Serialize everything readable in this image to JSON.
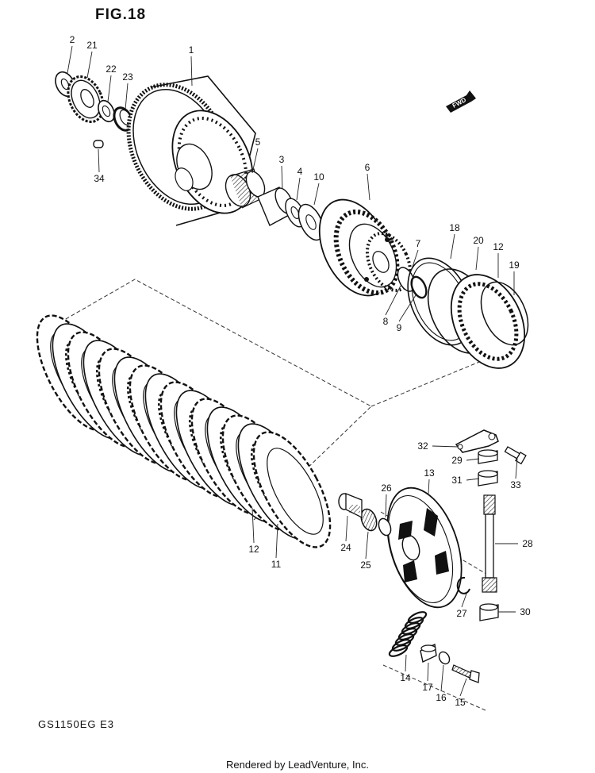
{
  "figure": {
    "title": "FIG.18",
    "model_code": "GS1150EG E3",
    "footer": "Rendered by LeadVenture, Inc.",
    "fwd_label": "FWD"
  },
  "callouts": [
    {
      "id": "c2",
      "label": "2"
    },
    {
      "id": "c21",
      "label": "21"
    },
    {
      "id": "c22",
      "label": "22"
    },
    {
      "id": "c23",
      "label": "23"
    },
    {
      "id": "c1",
      "label": "1"
    },
    {
      "id": "c34",
      "label": "34"
    },
    {
      "id": "c5",
      "label": "5"
    },
    {
      "id": "c3",
      "label": "3"
    },
    {
      "id": "c4",
      "label": "4"
    },
    {
      "id": "c10",
      "label": "10"
    },
    {
      "id": "c6",
      "label": "6"
    },
    {
      "id": "c7",
      "label": "7"
    },
    {
      "id": "c8",
      "label": "8"
    },
    {
      "id": "c9",
      "label": "9"
    },
    {
      "id": "c18",
      "label": "18"
    },
    {
      "id": "c20",
      "label": "20"
    },
    {
      "id": "c12a",
      "label": "12"
    },
    {
      "id": "c19",
      "label": "19"
    },
    {
      "id": "c32",
      "label": "32"
    },
    {
      "id": "c29",
      "label": "29"
    },
    {
      "id": "c33",
      "label": "33"
    },
    {
      "id": "c31",
      "label": "31"
    },
    {
      "id": "c13",
      "label": "13"
    },
    {
      "id": "c26",
      "label": "26"
    },
    {
      "id": "c28",
      "label": "28"
    },
    {
      "id": "c12b",
      "label": "12"
    },
    {
      "id": "c11",
      "label": "11"
    },
    {
      "id": "c24",
      "label": "24"
    },
    {
      "id": "c25",
      "label": "25"
    },
    {
      "id": "c27",
      "label": "27"
    },
    {
      "id": "c30",
      "label": "30"
    },
    {
      "id": "c14",
      "label": "14"
    },
    {
      "id": "c17",
      "label": "17"
    },
    {
      "id": "c16",
      "label": "16"
    },
    {
      "id": "c15",
      "label": "15"
    }
  ]
}
